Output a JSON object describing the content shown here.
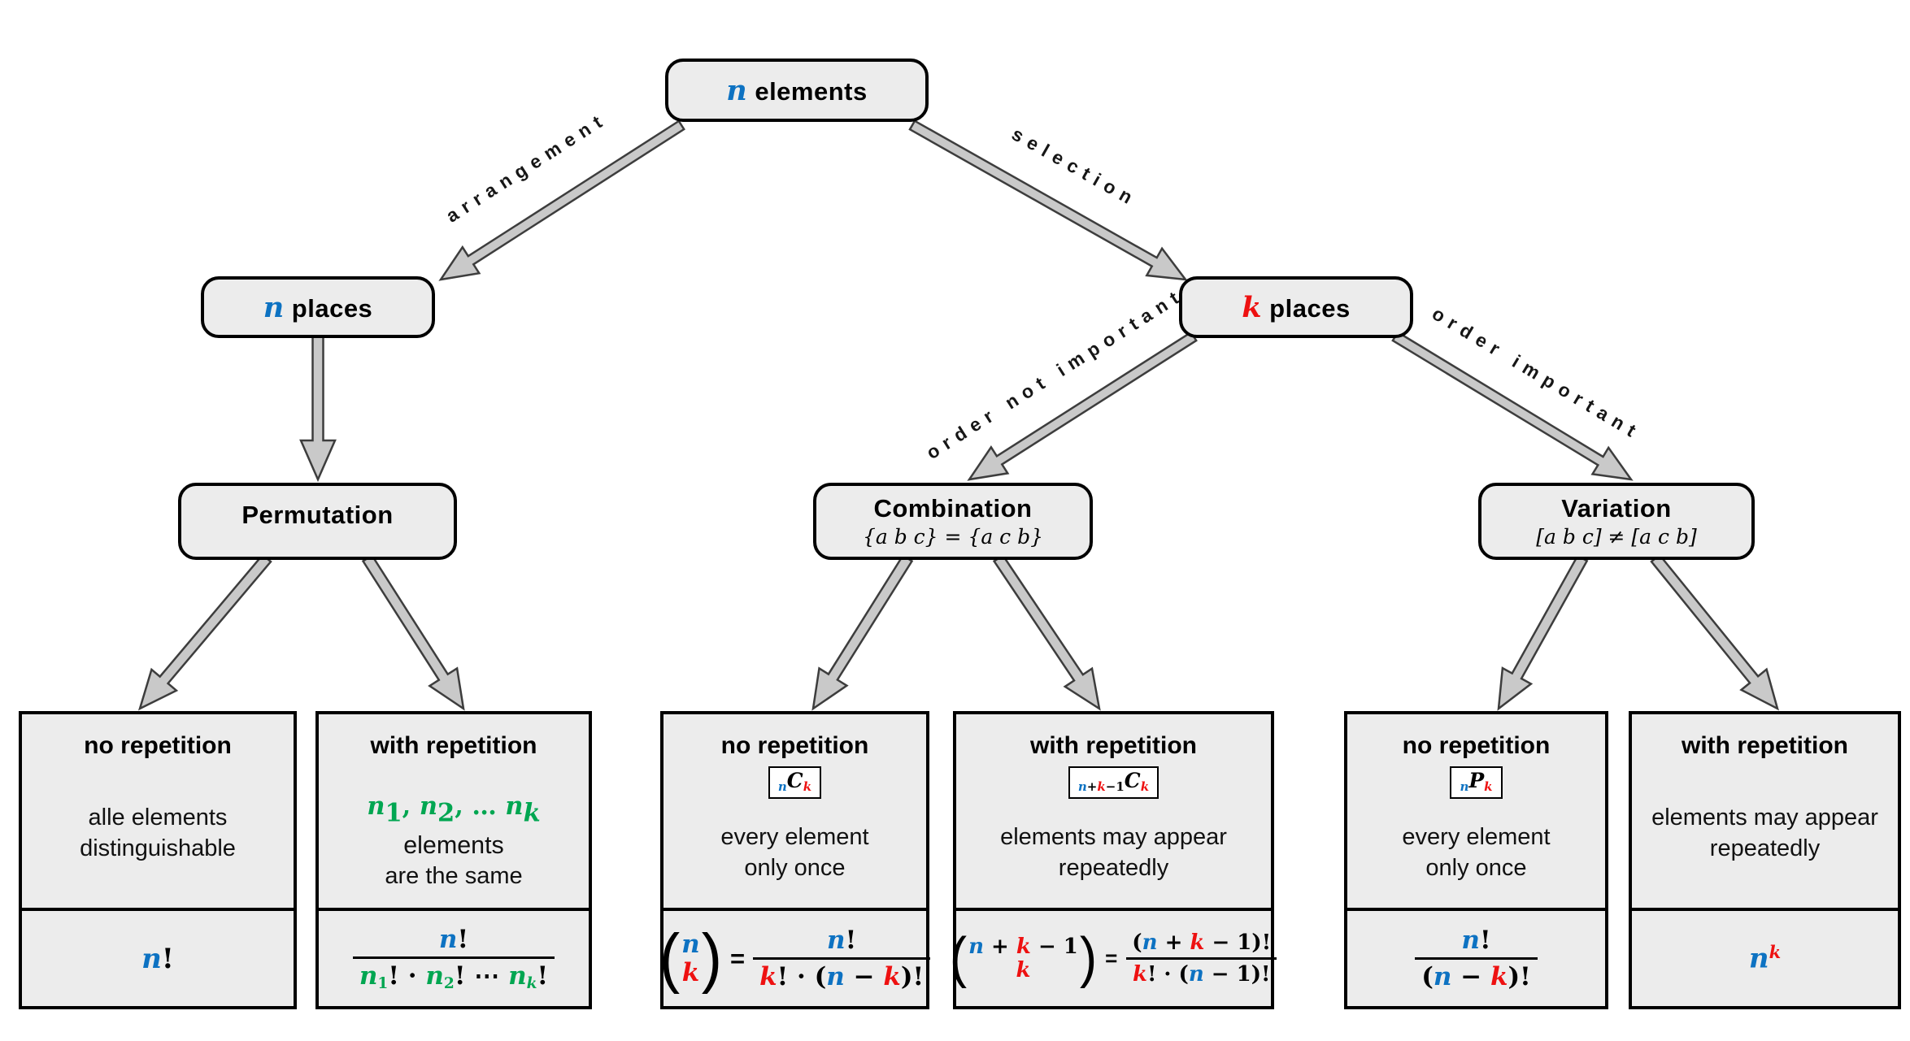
{
  "palette": {
    "blue": "#0d72c2",
    "red": "#ee1111",
    "green": "#00a651",
    "box_fill": "#ececec",
    "arrow_fill": "#c9c9c9",
    "arrow_stroke": "#3d3d3d"
  },
  "math_symbols": {
    "open": "(",
    "close": ")",
    "eq": "="
  },
  "root": {
    "tokens": [
      {
        "t": "n",
        "c": "b",
        "i": 1
      },
      {
        "t": " elements",
        "s": 1
      }
    ]
  },
  "n_places": {
    "tokens": [
      {
        "t": "n",
        "c": "b",
        "i": 1
      },
      {
        "t": " places",
        "s": 1
      }
    ]
  },
  "k_places": {
    "tokens": [
      {
        "t": "k",
        "c": "r",
        "i": 1
      },
      {
        "t": " places",
        "s": 1
      }
    ]
  },
  "edges": {
    "arrangement": "arrangement",
    "selection": "selection",
    "order_not_important": "order not important",
    "order_important": "order important"
  },
  "mid": {
    "permutation": {
      "title": "Permutation"
    },
    "combination": {
      "title": "Combination",
      "subtitle": [
        {
          "t": "{a b c} = {a c b}",
          "i": 1
        }
      ]
    },
    "variation": {
      "title": "Variation",
      "subtitle": [
        {
          "t": "[a b c] ≠ [a c b]",
          "i": 1
        }
      ]
    }
  },
  "leaves": [
    {
      "title": "no repetition",
      "desc": "alle elements\ndistinguishable",
      "formula": [
        {
          "t": "n",
          "c": "b",
          "i": 1
        },
        {
          "t": "!"
        }
      ]
    },
    {
      "title": "with repetition",
      "desc_math": [
        {
          "t": "n",
          "c": "g",
          "i": 1
        },
        {
          "t": "1",
          "c": "g",
          "p": "sub"
        },
        {
          "t": ", ",
          "c": "g"
        },
        {
          "t": "n",
          "c": "g",
          "i": 1
        },
        {
          "t": "2",
          "c": "g",
          "p": "sub"
        },
        {
          "t": ", … ",
          "c": "g"
        },
        {
          "t": "n",
          "c": "g",
          "i": 1
        },
        {
          "t": "k",
          "c": "g",
          "i": 1,
          "p": "sub"
        },
        {
          "t": " elements",
          "s": 1
        }
      ],
      "desc2": "are the same",
      "frac": {
        "num": [
          {
            "t": "n",
            "c": "b",
            "i": 1
          },
          {
            "t": "!"
          }
        ],
        "den": [
          {
            "t": "n",
            "c": "g",
            "i": 1
          },
          {
            "t": "1",
            "c": "g",
            "p": "sub"
          },
          {
            "t": "! · "
          },
          {
            "t": "n",
            "c": "g",
            "i": 1
          },
          {
            "t": "2",
            "c": "g",
            "p": "sub"
          },
          {
            "t": "! ⋯ "
          },
          {
            "t": "n",
            "c": "g",
            "i": 1
          },
          {
            "t": "k",
            "c": "g",
            "i": 1,
            "p": "sub"
          },
          {
            "t": "!"
          }
        ]
      }
    },
    {
      "title": "no repetition",
      "badge": [
        {
          "t": "n",
          "c": "b",
          "i": 1,
          "p": "sub"
        },
        {
          "t": "C",
          "i": 1
        },
        {
          "t": "k",
          "c": "r",
          "i": 1,
          "p": "sub"
        }
      ],
      "desc": "every element\nonly once",
      "binom": {
        "top": [
          {
            "t": "n",
            "c": "b",
            "i": 1
          }
        ],
        "bot": [
          {
            "t": "k",
            "c": "r",
            "i": 1
          }
        ]
      },
      "frac": {
        "num": [
          {
            "t": "n",
            "c": "b",
            "i": 1
          },
          {
            "t": "!"
          }
        ],
        "den": [
          {
            "t": "k",
            "c": "r",
            "i": 1
          },
          {
            "t": "! · ("
          },
          {
            "t": "n",
            "c": "b",
            "i": 1
          },
          {
            "t": " − "
          },
          {
            "t": "k",
            "c": "r",
            "i": 1
          },
          {
            "t": ")!"
          }
        ]
      }
    },
    {
      "title": "with repetition",
      "badge": [
        {
          "t": "n",
          "c": "b",
          "i": 1,
          "p": "sub"
        },
        {
          "t": "+",
          "p": "sub"
        },
        {
          "t": "k",
          "c": "r",
          "i": 1,
          "p": "sub"
        },
        {
          "t": "−1",
          "p": "sub"
        },
        {
          "t": "C",
          "i": 1
        },
        {
          "t": "k",
          "c": "r",
          "i": 1,
          "p": "sub"
        }
      ],
      "desc": "elements may appear\nrepeatedly",
      "binom": {
        "top": [
          {
            "t": "n",
            "c": "b",
            "i": 1
          },
          {
            "t": " + "
          },
          {
            "t": "k",
            "c": "r",
            "i": 1
          },
          {
            "t": " − 1"
          }
        ],
        "bot": [
          {
            "t": "k",
            "c": "r",
            "i": 1
          }
        ]
      },
      "frac": {
        "num": [
          {
            "t": "("
          },
          {
            "t": "n",
            "c": "b",
            "i": 1
          },
          {
            "t": " + "
          },
          {
            "t": "k",
            "c": "r",
            "i": 1
          },
          {
            "t": " − 1"
          },
          {
            "t": ")!"
          }
        ],
        "den": [
          {
            "t": "k",
            "c": "r",
            "i": 1
          },
          {
            "t": "! · ("
          },
          {
            "t": "n",
            "c": "b",
            "i": 1
          },
          {
            "t": " − 1"
          },
          {
            "t": ")!"
          }
        ]
      }
    },
    {
      "title": "no repetition",
      "badge": [
        {
          "t": "n",
          "c": "b",
          "i": 1,
          "p": "sub"
        },
        {
          "t": "P",
          "i": 1
        },
        {
          "t": "k",
          "c": "r",
          "i": 1,
          "p": "sub"
        }
      ],
      "desc": "every element\nonly once",
      "frac": {
        "num": [
          {
            "t": "n",
            "c": "b",
            "i": 1
          },
          {
            "t": "!"
          }
        ],
        "den": [
          {
            "t": "("
          },
          {
            "t": "n",
            "c": "b",
            "i": 1
          },
          {
            "t": " − "
          },
          {
            "t": "k",
            "c": "r",
            "i": 1
          },
          {
            "t": ")!"
          }
        ]
      }
    },
    {
      "title": "with repetition",
      "desc": "elements may appear\nrepeatedly",
      "formula": [
        {
          "t": "n",
          "c": "b",
          "i": 1
        },
        {
          "t": "k",
          "c": "r",
          "i": 1,
          "p": "sup"
        }
      ]
    }
  ]
}
